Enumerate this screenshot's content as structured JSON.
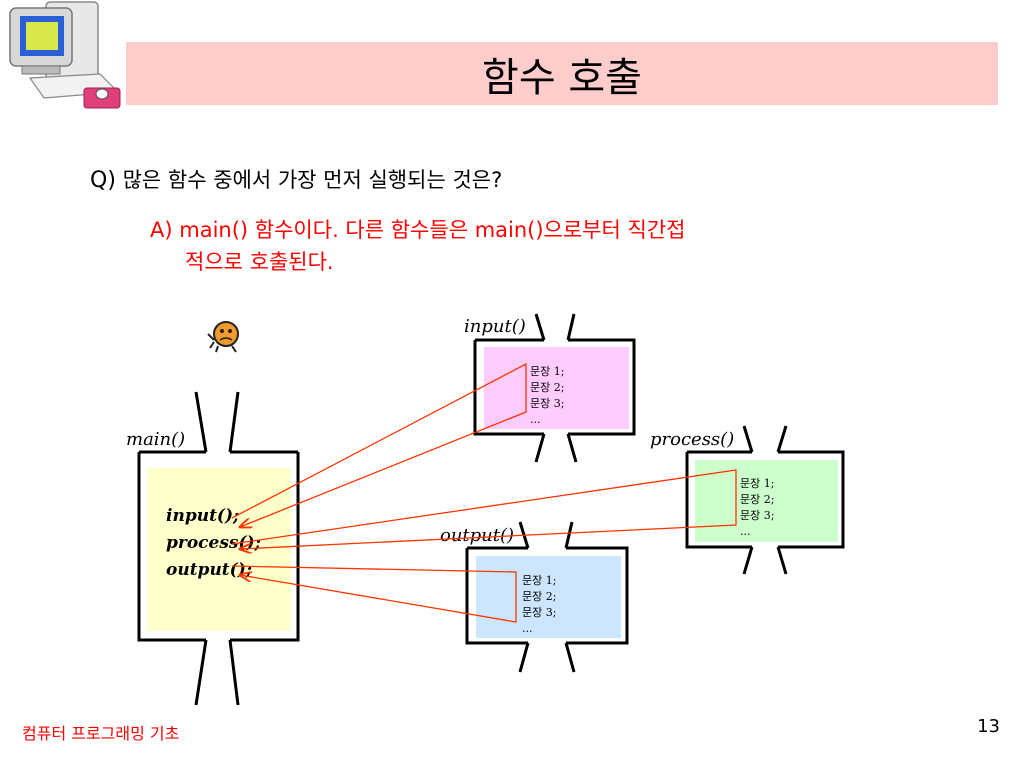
{
  "title": "함수 호출",
  "question": {
    "label": "Q)",
    "text": "많은 함수 중에서 가장 먼저 실행되는 것은?"
  },
  "answer": {
    "label": "A)",
    "seg1": "main()",
    "seg2": " 함수이다. 다른 함수들은 ",
    "seg3": "main()",
    "seg4": "으로부터 직간접",
    "line2": "적으로 호출된다."
  },
  "main_func": {
    "name": "main()",
    "calls": [
      "input();",
      "process();",
      "output();"
    ],
    "fill": "#ffffcc"
  },
  "input_func": {
    "name": "input()",
    "lines": [
      "문장 1;",
      "문장 2;",
      "문장 3;",
      "..."
    ],
    "fill": "#ffccff"
  },
  "process_func": {
    "name": "process()",
    "lines": [
      "문장 1;",
      "문장 2;",
      "문장 3;",
      "..."
    ],
    "fill": "#ccffcc"
  },
  "output_func": {
    "name": "output()",
    "lines": [
      "문장 1;",
      "문장 2;",
      "문장 3;",
      "..."
    ],
    "fill": "#cce6ff"
  },
  "footer": "컴퓨터 프로그래밍 기초",
  "page_number": "13",
  "colors": {
    "arrow": "#ff3300",
    "accent_text": "#ff0000",
    "title_bg": "#ffcccc"
  }
}
